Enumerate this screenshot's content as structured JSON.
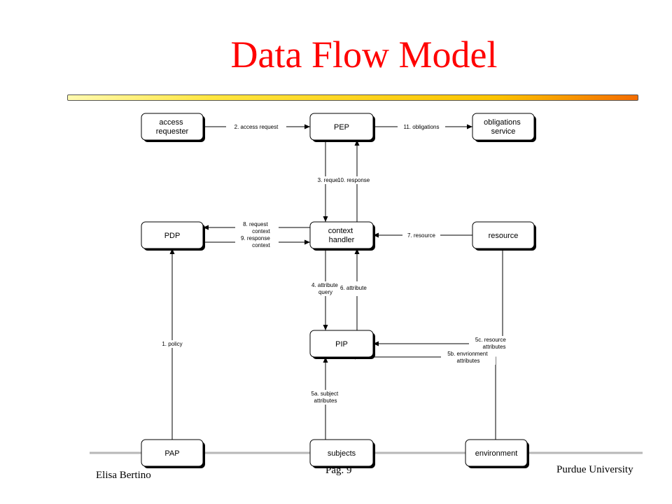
{
  "slide": {
    "title": "Data Flow Model",
    "author": "Elisa Bertino",
    "page": "Pag. 9",
    "institution": "Purdue University"
  },
  "diagram": {
    "nodes": {
      "access_requester": [
        "access",
        "requester"
      ],
      "pep": [
        "PEP"
      ],
      "obligations_service": [
        "obligations",
        "service"
      ],
      "pdp": [
        "PDP"
      ],
      "context_handler": [
        "context",
        "handler"
      ],
      "resource": [
        "resource"
      ],
      "pip": [
        "PIP"
      ],
      "pap": [
        "PAP"
      ],
      "subjects": [
        "subjects"
      ],
      "environment": [
        "environment"
      ]
    },
    "edges": {
      "access_request": [
        "2. access request"
      ],
      "obligations": [
        "11. obligations"
      ],
      "request": [
        "3. reque"
      ],
      "response": [
        "10. response"
      ],
      "request_context": [
        "8. request",
        "context"
      ],
      "response_context": [
        "9. response",
        "context"
      ],
      "resource": [
        "7. resource"
      ],
      "attribute_query": [
        "4. attribute",
        "query"
      ],
      "attribute": [
        "6. attribute"
      ],
      "policy": [
        "1. policy"
      ],
      "resource_attributes": [
        "5c. resource",
        "attributes"
      ],
      "environment_attributes": [
        "5b. envrionment",
        "attributes"
      ],
      "subject_attributes": [
        "5a. subject",
        "attributes"
      ]
    }
  }
}
